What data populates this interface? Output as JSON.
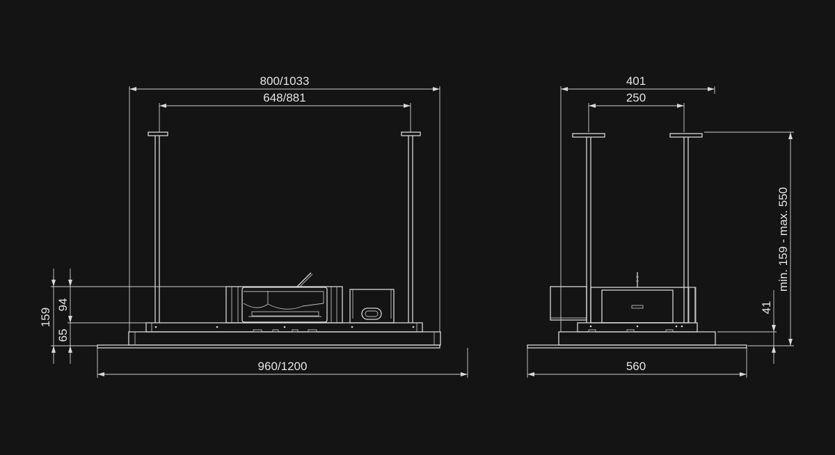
{
  "front_view": {
    "overall_support_width": "800/1033",
    "rod_spacing": "648/881",
    "panel_width": "960/1200",
    "total_height": "159",
    "motor_height": "94",
    "body_height": "65"
  },
  "side_view": {
    "overall_support_depth": "401",
    "rod_spacing": "250",
    "panel_depth": "560",
    "suspension_range": "min. 159 - max. 550",
    "frame_height": "41"
  },
  "colors": {
    "background": "#141414",
    "lines": "#d8d8d8"
  }
}
